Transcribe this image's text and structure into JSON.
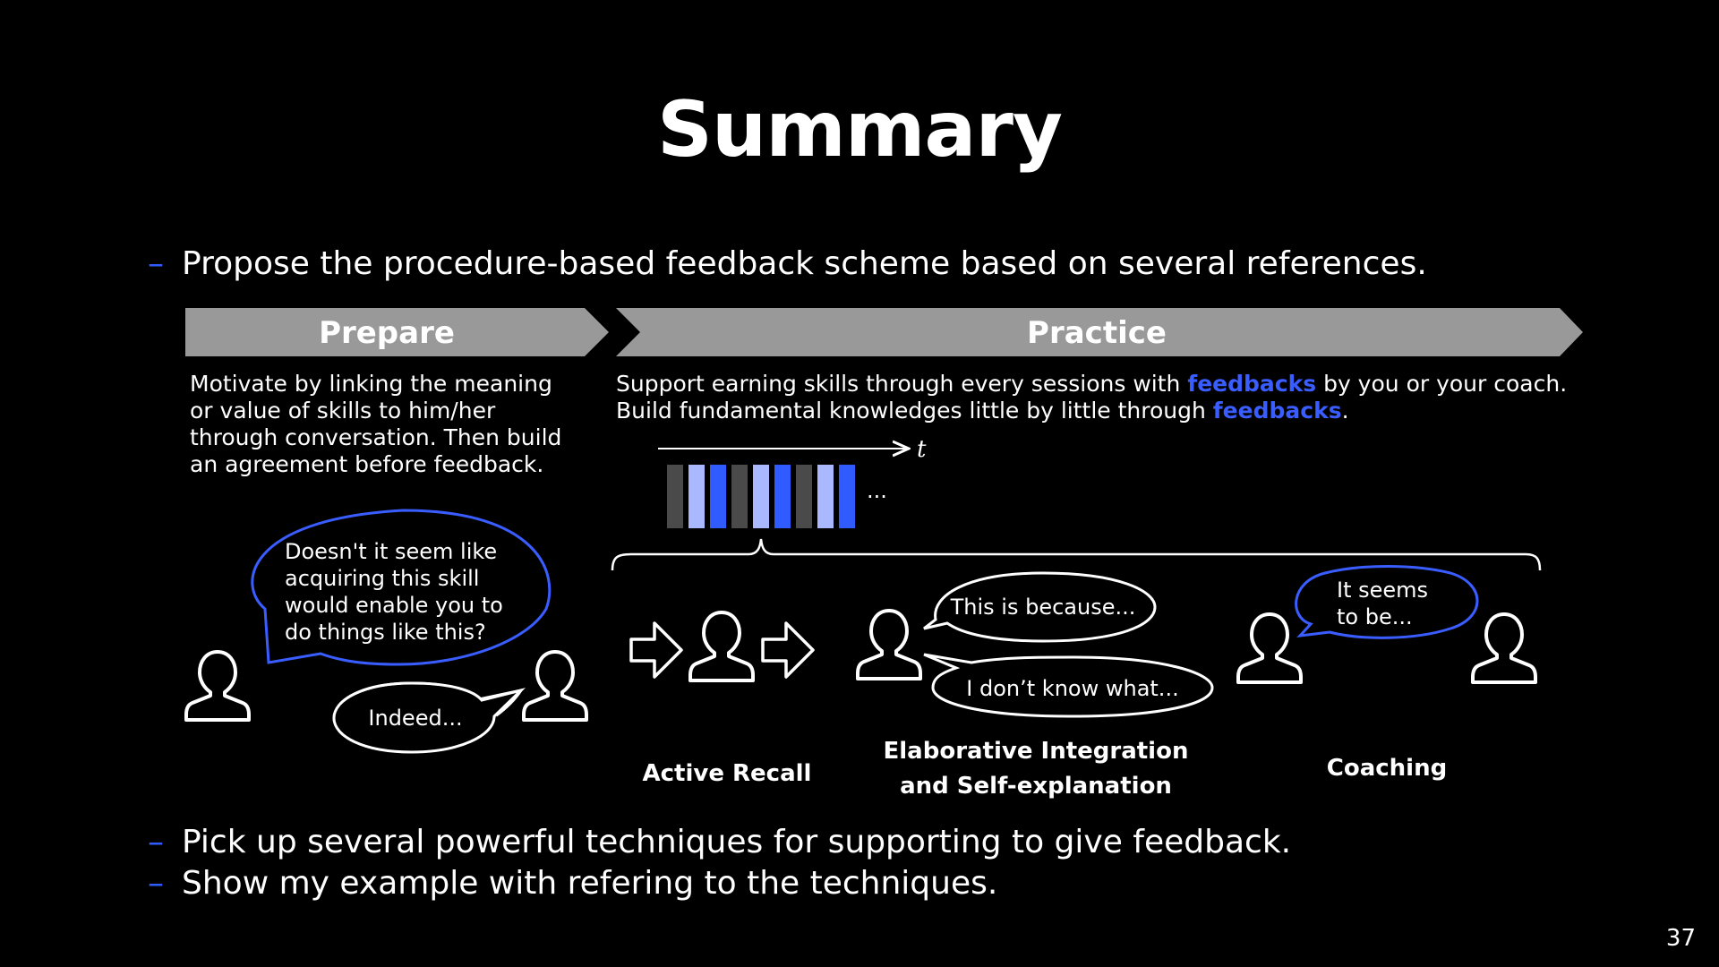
{
  "title": "Summary",
  "bullets": [
    "Propose the procedure-based feedback scheme based on several references.",
    "Pick up several powerful techniques for supporting to give feedback.",
    "Show my example with refering to the techniques."
  ],
  "bullet_dash": "–",
  "phases": {
    "prepare": {
      "label": "Prepare",
      "description": [
        "Motivate by linking the meaning",
        "or value of skills to him/her",
        "through conversation. Then build",
        "an agreement before feedback."
      ],
      "speech_long": [
        "Doesn't it seem like",
        "acquiring this skill",
        "would enable you to",
        "do things like this?"
      ],
      "speech_reply": "Indeed..."
    },
    "practice": {
      "label": "Practice",
      "line1_before": "Support earning skills through every sessions with ",
      "line1_accent": "feedbacks",
      "line1_after": " by you or your coach.",
      "line2_before": "Build fundamental knowledges little by little through ",
      "line2_accent": "feedbacks",
      "line2_after": ".",
      "time_label": "t",
      "ellipsis": "...",
      "techniques": [
        {
          "name": "Active Recall"
        },
        {
          "name": "Elaborative Integration and Self-explanation",
          "lines": [
            "Elaborative Integration",
            "and Self-explanation"
          ],
          "speech_a": "This is because...",
          "speech_b": "I don’t know what..."
        },
        {
          "name": "Coaching",
          "speech": [
            "It seems",
            "to be..."
          ]
        }
      ]
    }
  },
  "colors": {
    "background": "#000000",
    "accent": "#2f5bff",
    "light_blue": "#a9b8ff",
    "dark_gray": "#4a4a4a",
    "banner": "#999999"
  },
  "page_number": "37"
}
